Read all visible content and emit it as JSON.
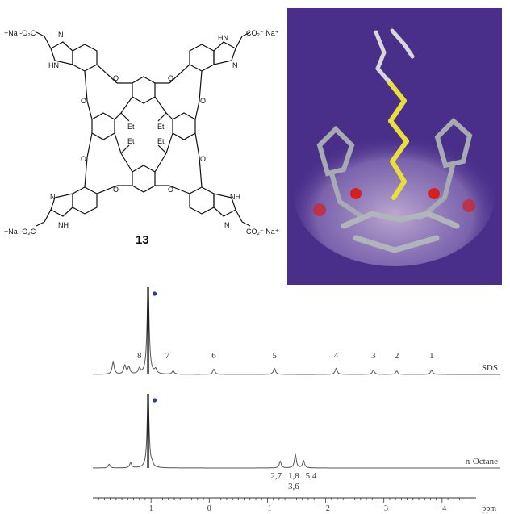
{
  "structure": {
    "compound_number": "13",
    "substituents": {
      "top_left": "+Na -O₂C",
      "top_right": "CO₂⁻ Na⁺",
      "bottom_left": "+Na -O₂C",
      "bottom_right": "CO₂⁻ Na⁺"
    },
    "atom_labels": {
      "n": "N",
      "nh": "NH",
      "hn": "HN",
      "o": "O",
      "et": "Et"
    }
  },
  "model": {
    "background_color": "#4a2f8a",
    "guest_color": "#e8e03a",
    "cavitand_color": "#9aa0a8",
    "oxygen_color": "#d42020"
  },
  "chart_data": {
    "type": "nmr-spectrum",
    "xlabel": "ppm",
    "xlim": [
      2,
      -5
    ],
    "x_ticks": [
      {
        "value": 1,
        "label": "1"
      },
      {
        "value": 0,
        "label": "0"
      },
      {
        "value": -1,
        "label": "−1"
      },
      {
        "value": -2,
        "label": "−2"
      },
      {
        "value": -3,
        "label": "−3"
      },
      {
        "value": -4,
        "label": "−4"
      }
    ],
    "series": [
      {
        "name": "SDS",
        "peaks": [
          {
            "ppm": 1.65,
            "h": 0.14
          },
          {
            "ppm": 1.45,
            "h": 0.1
          },
          {
            "ppm": 1.38,
            "h": 0.08
          },
          {
            "ppm": 1.2,
            "h": 0.06
          },
          {
            "ppm": 1.05,
            "h": 1.0
          },
          {
            "ppm": 0.92,
            "h": 0.05
          },
          {
            "ppm": 0.62,
            "h": 0.04
          },
          {
            "ppm": -0.08,
            "h": 0.06
          },
          {
            "ppm": -1.12,
            "h": 0.07
          },
          {
            "ppm": -2.18,
            "h": 0.07
          },
          {
            "ppm": -2.82,
            "h": 0.05
          },
          {
            "ppm": -3.22,
            "h": 0.04
          },
          {
            "ppm": -3.82,
            "h": 0.05
          }
        ],
        "labels": [
          {
            "ppm": 1.2,
            "text": "8"
          },
          {
            "ppm": 0.72,
            "text": "7"
          },
          {
            "ppm": -0.08,
            "text": "6"
          },
          {
            "ppm": -1.12,
            "text": "5"
          },
          {
            "ppm": -2.18,
            "text": "4"
          },
          {
            "ppm": -2.82,
            "text": "3"
          },
          {
            "ppm": -3.22,
            "text": "2"
          },
          {
            "ppm": -3.82,
            "text": "1"
          }
        ]
      },
      {
        "name": "n-Octane",
        "peaks": [
          {
            "ppm": 1.72,
            "h": 0.05
          },
          {
            "ppm": 1.35,
            "h": 0.07
          },
          {
            "ppm": 1.05,
            "h": 1.0
          },
          {
            "ppm": 0.98,
            "h": 0.04
          },
          {
            "ppm": -1.22,
            "h": 0.09
          },
          {
            "ppm": -1.48,
            "h": 0.18
          },
          {
            "ppm": -1.62,
            "h": 0.1
          }
        ],
        "labels": [
          {
            "ppm": -1.15,
            "text": "2,7"
          },
          {
            "ppm": -1.45,
            "text": "1,8"
          },
          {
            "ppm": -1.75,
            "text": "5,4"
          }
        ],
        "sublabels": [
          {
            "ppm": -1.45,
            "text": "3,6"
          }
        ]
      }
    ]
  }
}
